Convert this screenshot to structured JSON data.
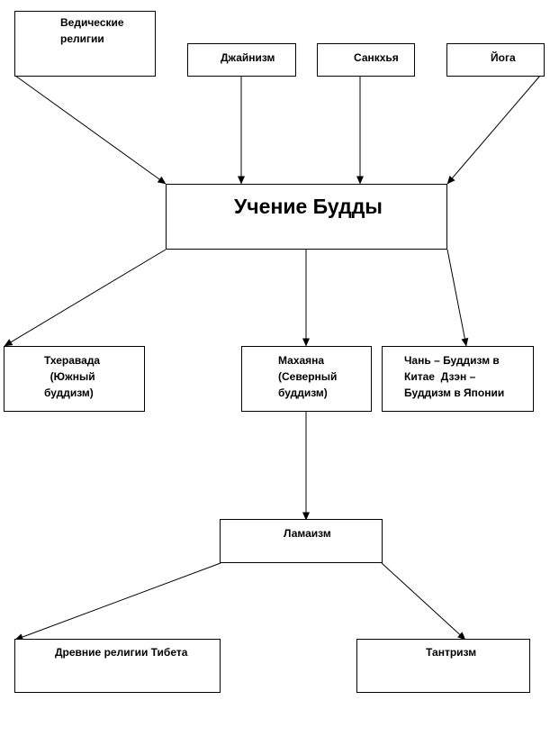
{
  "nodes": {
    "vedic": "Ведические\nрелигии",
    "jainism": "Джайнизм",
    "samkhya": "Санкхья",
    "yoga": "Йога",
    "buddha": "Учение Будды",
    "theravada": "Тхеравада\n  (Южный\nбуддизм)",
    "mahayana": "Махаяна\n(Северный\nбуддизм)",
    "chan_zen": "Чань – Буддизм в\nКитае  Дзэн –\nБуддизм в Японии",
    "lamaism": "Ламаизм",
    "tibet": "Древние религии Тибета",
    "tantrism": "Тантризм"
  },
  "edges": [
    [
      "vedic",
      "buddha"
    ],
    [
      "jainism",
      "buddha"
    ],
    [
      "samkhya",
      "buddha"
    ],
    [
      "yoga",
      "buddha"
    ],
    [
      "buddha",
      "theravada"
    ],
    [
      "buddha",
      "mahayana"
    ],
    [
      "buddha",
      "chan_zen"
    ],
    [
      "mahayana",
      "lamaism"
    ],
    [
      "lamaism",
      "tibet"
    ],
    [
      "lamaism",
      "tantrism"
    ]
  ]
}
